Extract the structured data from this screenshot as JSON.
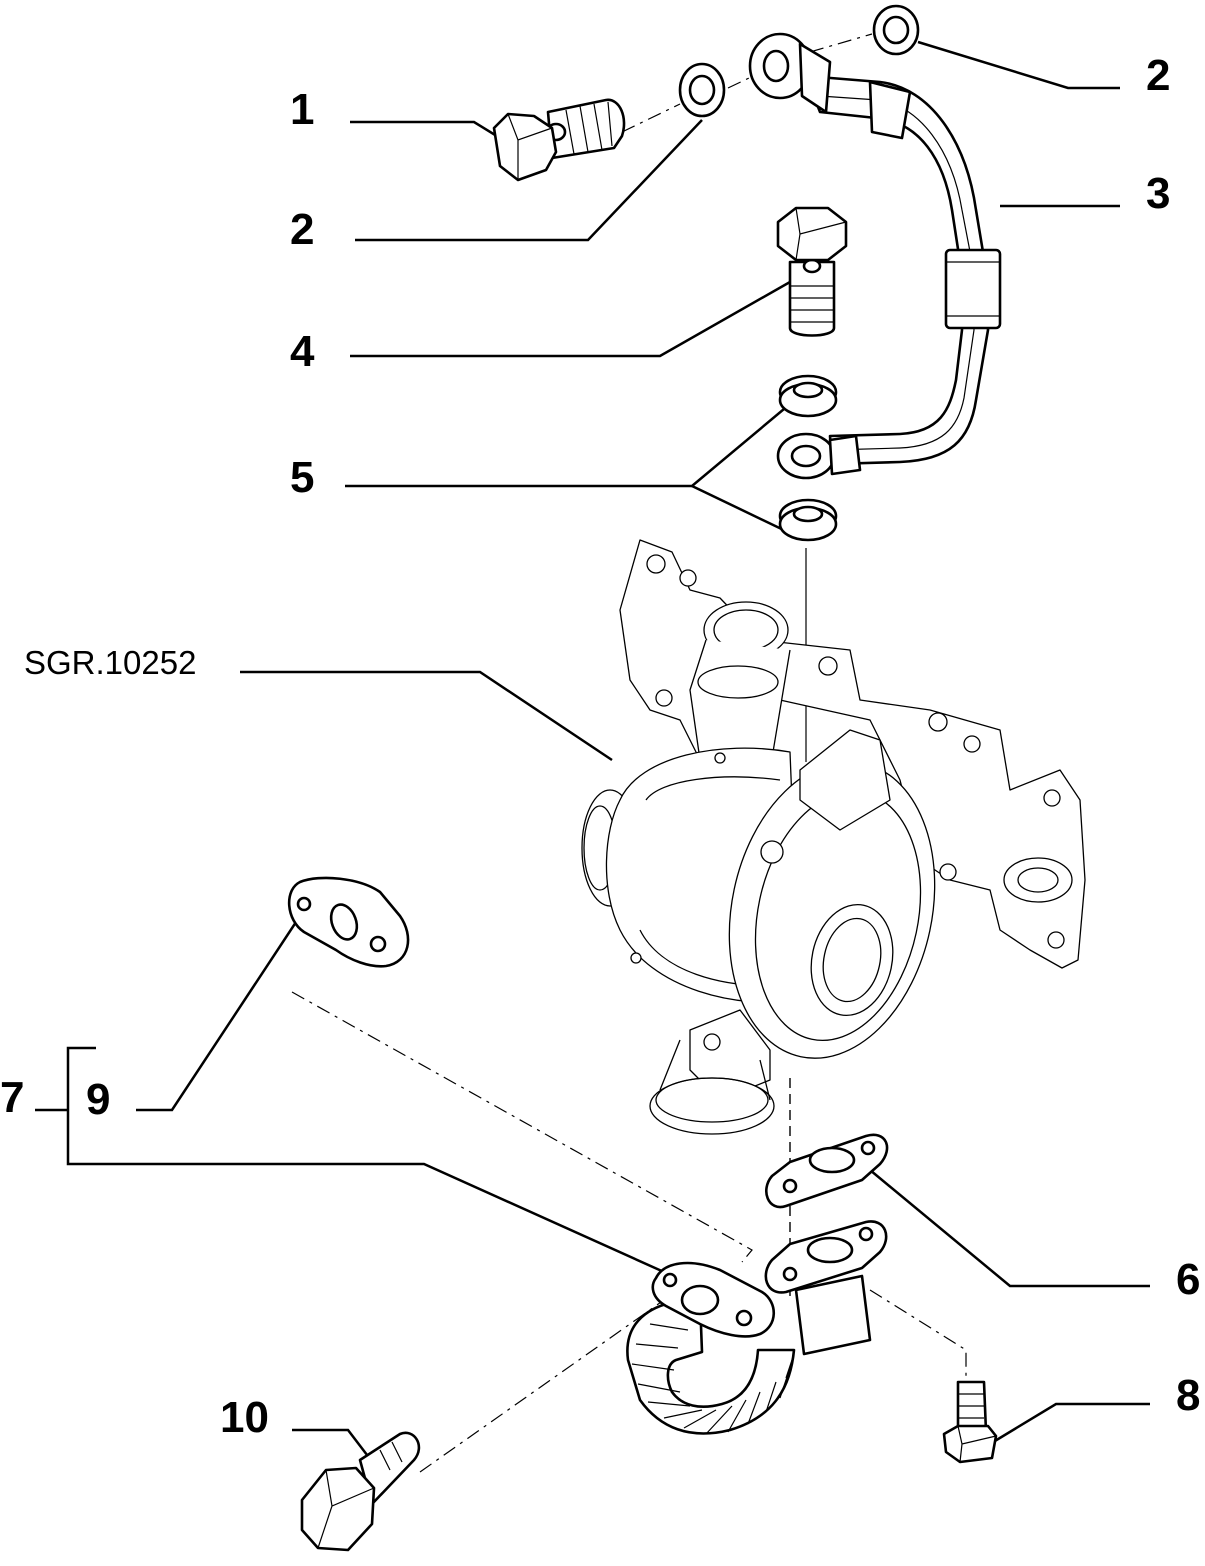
{
  "drawing": {
    "reference": "SGR.10252",
    "callouts": {
      "c1": "1",
      "c2a": "2",
      "c2b": "2",
      "c3": "3",
      "c4": "4",
      "c5": "5",
      "c6": "6",
      "c7": "7",
      "c8": "8",
      "c9": "9",
      "c10": "10"
    }
  }
}
